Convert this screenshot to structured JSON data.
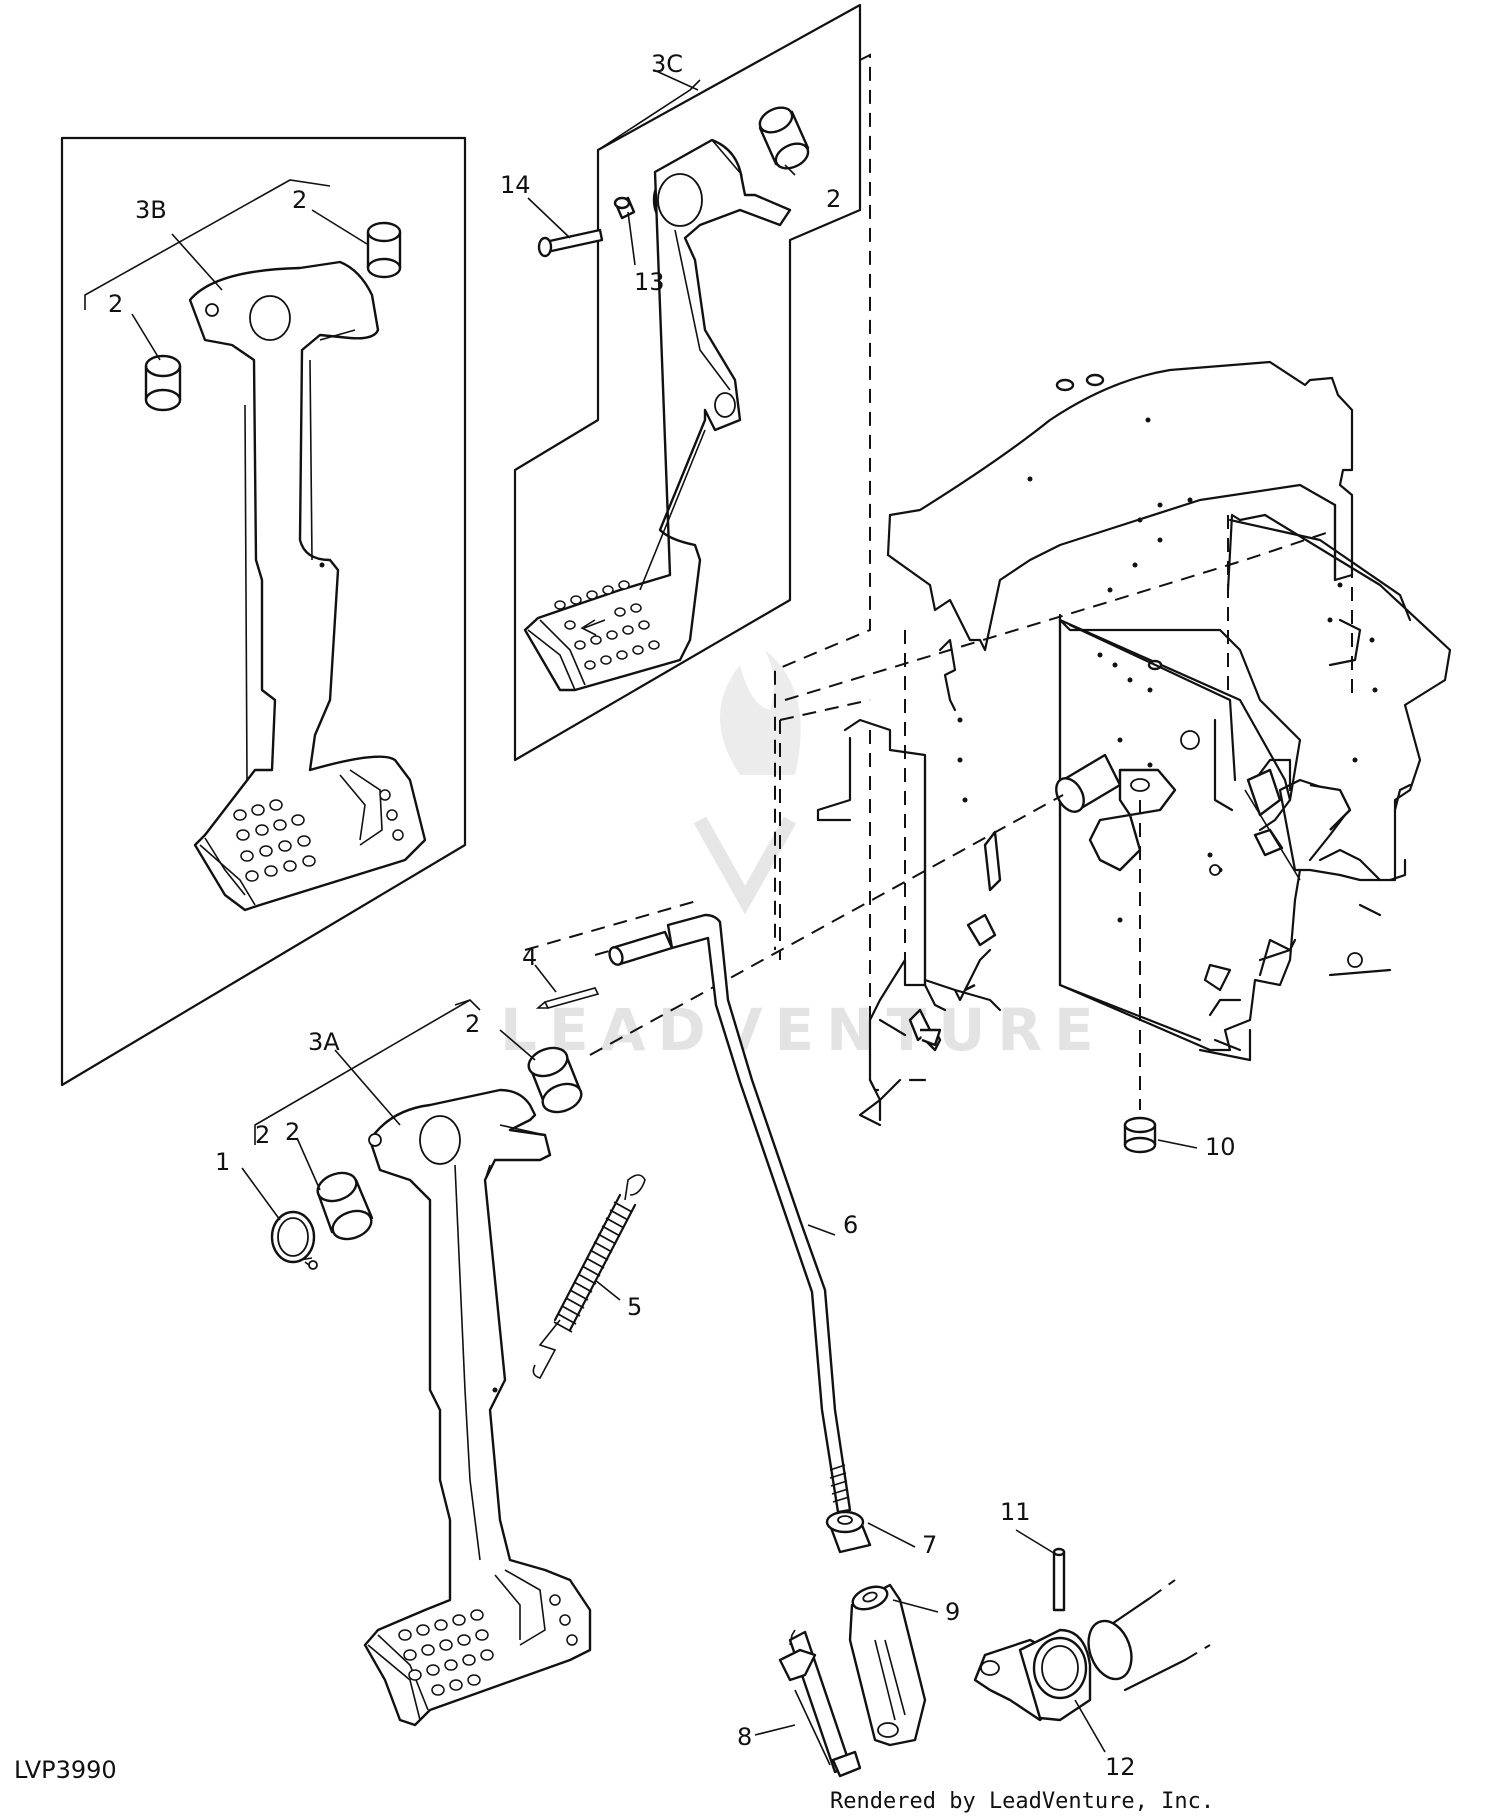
{
  "diagram": {
    "drawing_id": "LVP3990",
    "footer": "Rendered by LeadVenture, Inc.",
    "watermark": "LEADVENTURE",
    "callouts": [
      "1",
      "2",
      "2",
      "2",
      "2",
      "2",
      "2",
      "3A",
      "3B",
      "3C",
      "4",
      "5",
      "6",
      "7",
      "8",
      "9",
      "10",
      "11",
      "12",
      "13",
      "14"
    ]
  }
}
